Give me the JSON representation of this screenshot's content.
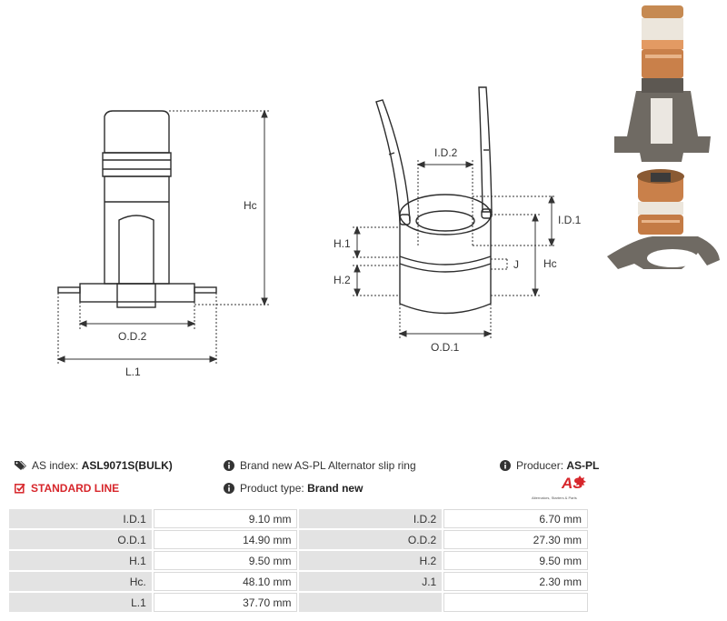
{
  "drawing_labels": {
    "hc_left": "Hc",
    "od2": "O.D.2",
    "l1": "L.1",
    "id2": "I.D.2",
    "id1": "I.D.1",
    "h1": "H.1",
    "h2": "H.2",
    "j": "J",
    "hc_right": "Hc",
    "od1": "O.D.1"
  },
  "info": {
    "as_index_label": "AS index:",
    "as_index_value": "ASL9071S(BULK)",
    "standard_line": "STANDARD LINE",
    "description": "Brand new AS-PL Alternator slip ring",
    "product_type_label": "Product type:",
    "product_type_value": "Brand new",
    "producer_label": "Producer:",
    "producer_value": "AS-PL",
    "logo_text": "AS",
    "logo_subtext": "Alternators, Starters & Parts"
  },
  "specs": [
    {
      "l1": "I.D.1",
      "v1": "9.10 mm",
      "l2": "I.D.2",
      "v2": "6.70 mm"
    },
    {
      "l1": "O.D.1",
      "v1": "14.90 mm",
      "l2": "O.D.2",
      "v2": "27.30 mm"
    },
    {
      "l1": "H.1",
      "v1": "9.50 mm",
      "l2": "H.2",
      "v2": "9.50 mm"
    },
    {
      "l1": "Hc.",
      "v1": "48.10 mm",
      "l2": "J.1",
      "v2": "2.30 mm"
    },
    {
      "l1": "L.1",
      "v1": "37.70 mm",
      "l2": "",
      "v2": ""
    }
  ],
  "colors": {
    "accent_red": "#d7262b",
    "copper": "#c9804a",
    "bracket_gray": "#6f6a63"
  }
}
